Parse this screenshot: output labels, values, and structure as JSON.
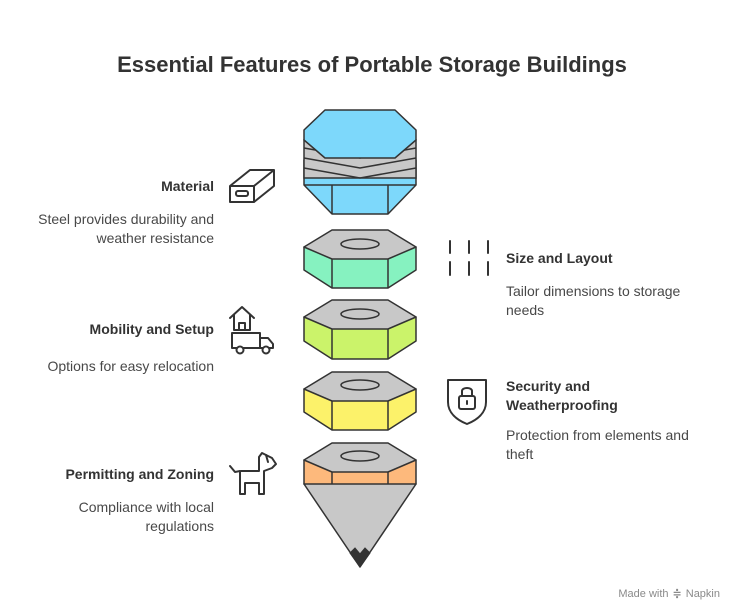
{
  "title": "Essential Features of Portable Storage Buildings",
  "features": [
    {
      "label": "Material",
      "description": "Steel provides durability and weather resistance",
      "icon": "steel-beam-icon",
      "color": "#7dd8fb"
    },
    {
      "label": "Size and Layout",
      "description": "Tailor dimensions to storage needs",
      "icon": "dimension-lines-icon",
      "color": "#86f2c0"
    },
    {
      "label": "Mobility and Setup",
      "description": "Options for easy relocation",
      "icon": "moving-truck-icon",
      "color": "#cbf36a"
    },
    {
      "label": "Security and Weatherproofing",
      "description": "Protection from elements and theft",
      "icon": "lock-shield-icon",
      "color": "#fcf26a"
    },
    {
      "label": "Permitting and Zoning",
      "description": "Compliance with local regulations",
      "icon": "dog-icon",
      "color": "#fdb97c"
    }
  ],
  "footer": {
    "made_with": "Made with",
    "brand": "Napkin"
  }
}
